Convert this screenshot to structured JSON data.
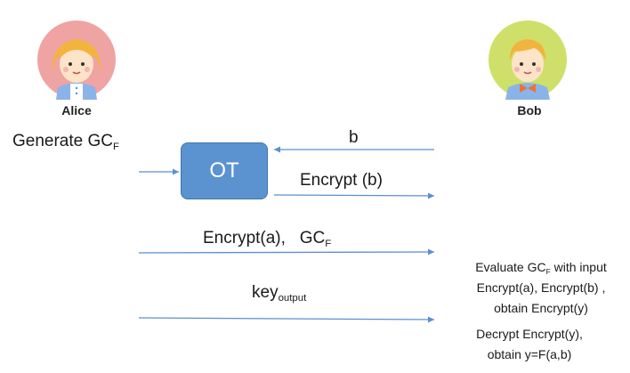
{
  "parties": {
    "alice": {
      "name": "Alice",
      "avatar_bg": "#f0a3a3"
    },
    "bob": {
      "name": "Bob",
      "avatar_bg": "#cfe06a"
    }
  },
  "alice_step": {
    "text": "Generate GC",
    "sub": "F"
  },
  "ot_box": {
    "label": "OT",
    "fill": "#5b93d0"
  },
  "messages": {
    "b": "b",
    "encrypt_b": "Encrypt (b)",
    "encrypt_a": "Encrypt(a),",
    "gc": "GC",
    "gc_sub": "F",
    "key": "key",
    "key_sub": "output"
  },
  "bob_steps": {
    "evaluate_prefix": "Evaluate GC",
    "evaluate_sub": "F",
    "evaluate_suffix": " with input",
    "evaluate_line2": "Encrypt(a), Encrypt(b) ,",
    "evaluate_line3": "obtain Encrypt(y)",
    "decrypt_line1": "Decrypt Encrypt(y),",
    "decrypt_line2": "obtain y=F(a,b)"
  },
  "colors": {
    "arrow": "#5b8fd0",
    "text": "#1a1a1a"
  }
}
